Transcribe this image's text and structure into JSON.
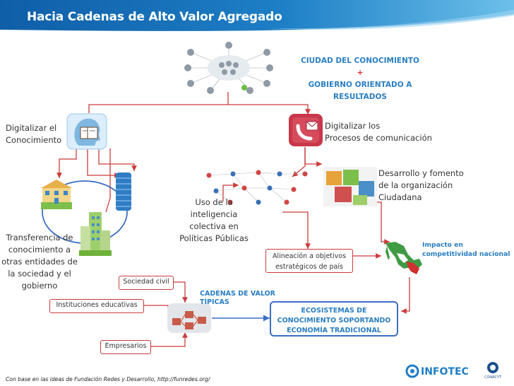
{
  "header": {
    "title": "Hacia Cadenas de Alto Valor Agregado",
    "bar_color": "#1c6fb5"
  },
  "top": {
    "line1": "CIUDAD DEL CONOCIMIENTO",
    "plus": "+",
    "line2": "GOBIERNO ORIENTADO A RESULTADOS"
  },
  "nodes": {
    "digitalizar_conocimiento": [
      "Digitalizar el",
      "Conocimiento"
    ],
    "digitalizar_procesos": [
      "Digitalizar los",
      "Procesos de comunicación"
    ],
    "desarrollo": [
      "Desarrollo y fomento",
      "de la organización",
      "Ciudadana"
    ],
    "uso": [
      "Uso de la",
      "inteligencia",
      "colectiva en",
      "Políticas Públicas"
    ],
    "transferencia": [
      "Transferencia de",
      "conocimiento a",
      "otras entidades de",
      "la sociedad y  el",
      "gobierno"
    ],
    "impacto": [
      "Impacto en",
      "competitividad nacional"
    ],
    "alineacion": [
      "Alineación a objetivos",
      "estratégicos de país"
    ],
    "cadenas": [
      "CADENAS DE VALOR",
      "TÍPICAS"
    ],
    "ecosistemas": [
      "ECOSISTEMAS DE",
      "CONOCIMIENTO SOPORTANDO",
      "ECONOMÍA TRADICIONAL"
    ],
    "sociedad_civil": "Sociedad civil",
    "instituciones": "Instituciones educativas",
    "empresarios": "Empresarios"
  },
  "footer": "Con base en las ideas de Fundación Redes y Desarrollo, http://funredes.org/",
  "logos": {
    "infotec": "INFOTEC",
    "conacyt": "CONACYT"
  },
  "icons": [
    "network-people-icon",
    "book-head-icon",
    "phone-envelope-icon",
    "school-building-icon",
    "tower-icon",
    "city-buildings-icon",
    "people-network-icon",
    "puzzle-people-icon",
    "mexico-map-icon",
    "value-chain-icon"
  ],
  "colors": {
    "accent_blue": "#2a7ec1",
    "connector_red": "#cc3b3b",
    "eco_border": "#3b6fc4"
  }
}
